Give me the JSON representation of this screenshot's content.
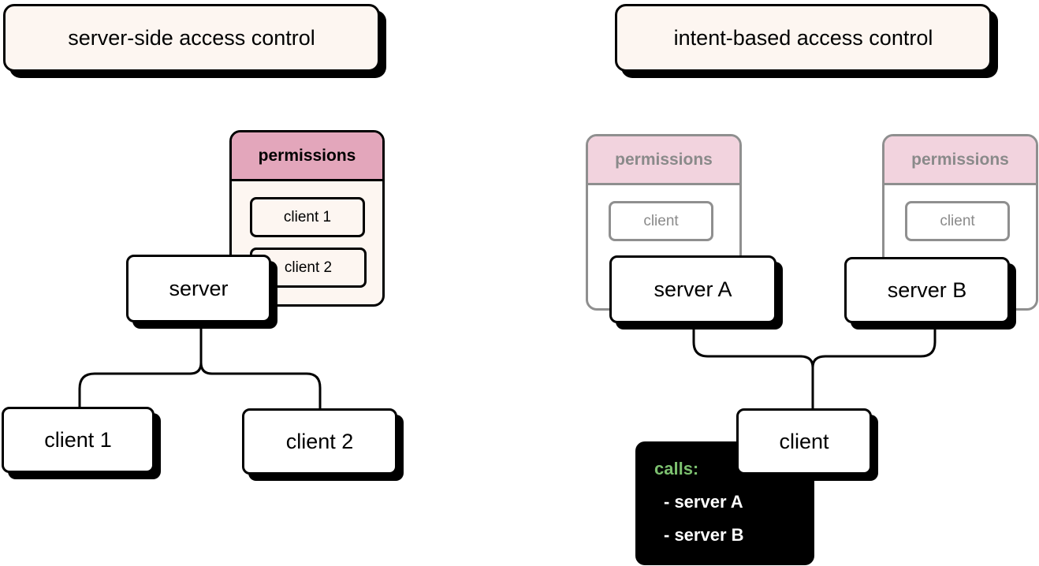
{
  "left": {
    "title": "server-side access control",
    "permissions": {
      "header": "permissions",
      "header_color": "#e3a6bb",
      "entries": [
        "client 1",
        "client 2"
      ]
    },
    "server": "server",
    "clients": [
      "client 1",
      "client 2"
    ]
  },
  "right": {
    "title": "intent-based access control",
    "permissions_a": {
      "header": "permissions",
      "header_color": "#f2d3de",
      "entry": "client"
    },
    "permissions_b": {
      "header": "permissions",
      "header_color": "#f2d3de",
      "entry": "client"
    },
    "server_a": "server A",
    "server_b": "server B",
    "client": "client",
    "calls": {
      "label": "calls:",
      "label_color": "#7cc06f",
      "items": [
        "- server A",
        "- server B"
      ]
    }
  }
}
